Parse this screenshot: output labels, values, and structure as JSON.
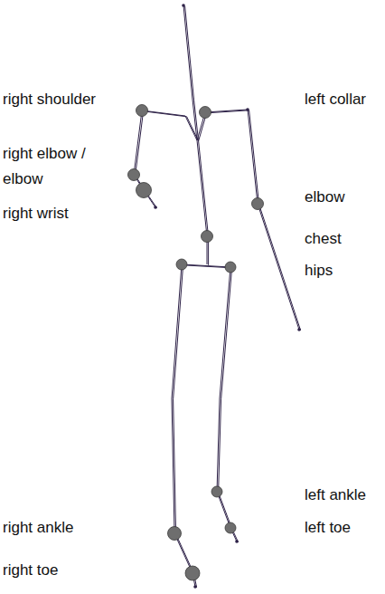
{
  "diagram": {
    "labels": [
      "right shoulder",
      "left collar",
      "right elbow / elbow",
      "right wrist",
      "elbow",
      "chest",
      "hips",
      "left ankle",
      "right ankle",
      "left toe",
      "right toe"
    ]
  }
}
